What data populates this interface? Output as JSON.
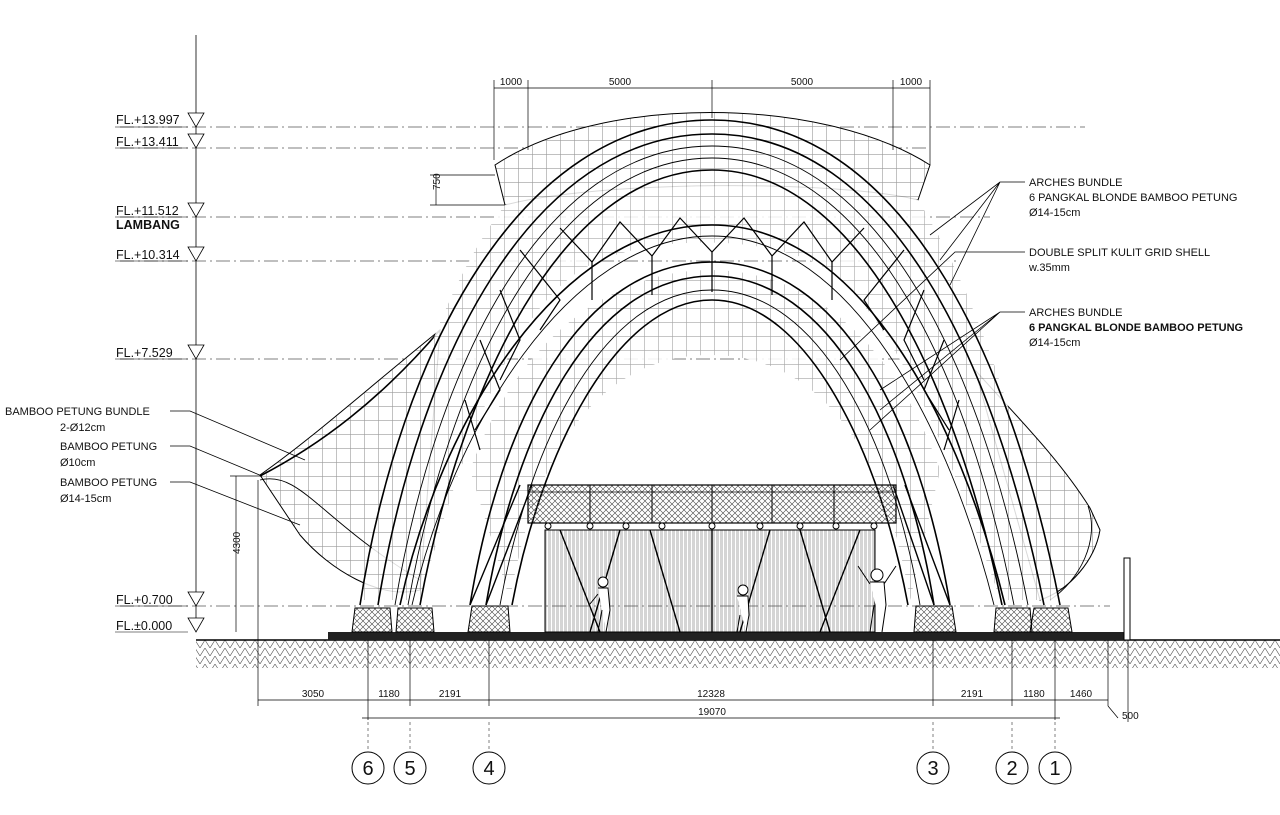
{
  "levels": [
    {
      "label": "FL.+13.997"
    },
    {
      "label": "FL.+13.411"
    },
    {
      "label": "FL.+11.512",
      "sublabel": "LAMBANG"
    },
    {
      "label": "FL.+10.314"
    },
    {
      "label": "FL.+7.529"
    },
    {
      "label": "FL.+0.700"
    },
    {
      "label": "FL.±0.000"
    }
  ],
  "annotations": {
    "arches_top": {
      "line1": "ARCHES BUNDLE",
      "line2": "6 PANGKAL BLONDE BAMBOO PETUNG",
      "line3": "Ø14-15cm"
    },
    "grid_shell": {
      "line1": "DOUBLE SPLIT KULIT GRID SHELL",
      "line2": "w.35mm"
    },
    "arches_mid": {
      "line1": "ARCHES BUNDLE",
      "line2": "6 PANGKAL BLONDE BAMBOO PETUNG",
      "line3": "Ø14-15cm"
    },
    "bundle": {
      "line1": "BAMBOO PETUNG BUNDLE",
      "line2": "2-Ø12cm"
    },
    "petung10": {
      "line1": "BAMBOO PETUNG",
      "line2": "Ø10cm"
    },
    "petung14": {
      "line1": "BAMBOO PETUNG",
      "line2": "Ø14-15cm"
    }
  },
  "top_dimensions": [
    "1000",
    "5000",
    "5000",
    "1000"
  ],
  "side_dimensions": {
    "height_750": "750",
    "height_4300": "4300"
  },
  "bottom_dimensions": [
    "3050",
    "1180",
    "2191",
    "12328",
    "2191",
    "1180",
    "1460"
  ],
  "overall_dimension": "19070",
  "edge_dimension": "500",
  "grid_lines": [
    "6",
    "5",
    "4",
    "3",
    "2",
    "1"
  ]
}
